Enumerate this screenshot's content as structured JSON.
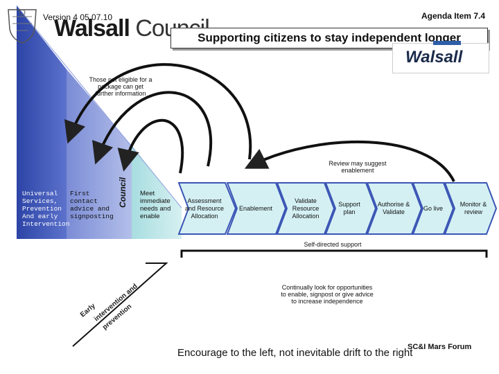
{
  "header": {
    "version": "Version 4 05.07.10",
    "agenda": "Agenda Item 7.4",
    "org_name_bold": "Walsall",
    "org_name_light": " Council",
    "headline": "Supporting citizens to stay independent longer",
    "logo_word": "Walsall"
  },
  "notes": {
    "not_eligible": "Those not eligible for a package can get further information",
    "review": "Review may suggest enablement",
    "self_directed": "Self-directed support",
    "continually": "Continually look for opportunities to enable, signpost or give advice to increase independence"
  },
  "tiers": {
    "universal": "Universal Services, Prevention And early Intervention",
    "first_contact": "First contact advice and signposting",
    "council": "Council",
    "meet_needs": "Meet immediate needs and enable"
  },
  "steps": [
    {
      "label": "Assessment and Resource Allocation"
    },
    {
      "label": "Enablement"
    },
    {
      "label": "Validate Resource Allocation"
    },
    {
      "label": "Support plan"
    },
    {
      "label": "Authorise & Validate"
    },
    {
      "label": "Go live"
    },
    {
      "label": "Monitor & review"
    }
  ],
  "early_intervention": {
    "word1": "Early",
    "word2": "intervention and",
    "word3": "prevention"
  },
  "footer": {
    "tagline": "Encourage to the left, not inevitable drift to the right",
    "forum": "SC&I Mars Forum"
  },
  "colors": {
    "dark_blue": "#3a55b5",
    "mid_blue": "#7f8fd6",
    "light_blue": "#c7d0ef",
    "teal": "#b9e3e5",
    "step_fill": "#cfeef2",
    "step_stroke": "#3a55b5"
  }
}
